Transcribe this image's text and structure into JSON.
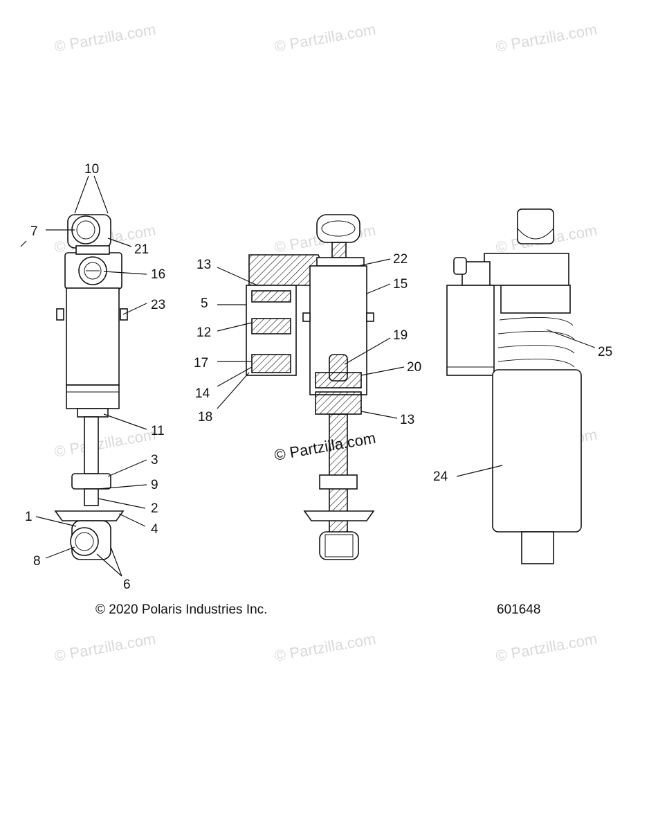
{
  "watermark": {
    "text": "© Partzilla.com"
  },
  "callouts": {
    "c1": "1",
    "c2": "2",
    "c3": "3",
    "c4": "4",
    "c5": "5",
    "c6": "6",
    "c7": "7",
    "c8": "8",
    "c9": "9",
    "c10": "10",
    "c11": "11",
    "c12": "12",
    "c13": "13",
    "c14": "14",
    "c15": "15",
    "c16": "16",
    "c17": "17",
    "c18": "18",
    "c19": "19",
    "c20": "20",
    "c21": "21",
    "c22": "22",
    "c23": "23",
    "c24": "24",
    "c25": "25"
  },
  "footer": {
    "copyright": "© 2020 Polaris Industries Inc.",
    "figure_number": "601648"
  }
}
